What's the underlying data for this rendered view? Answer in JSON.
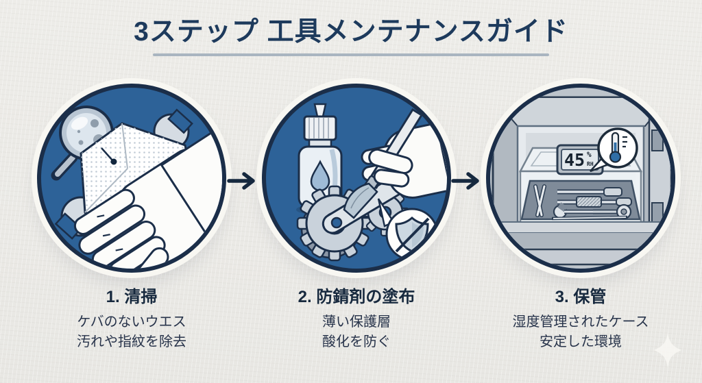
{
  "title": {
    "text": "3ステップ 工具メンテナンスガイド"
  },
  "steps": [
    {
      "label": "1. 清掃",
      "desc1": "ケバのないウエス",
      "desc2": "汚れや指紋を除去"
    },
    {
      "label": "2. 防錆剤の塗布",
      "desc1": "薄い保護層",
      "desc2": "酸化を防ぐ"
    },
    {
      "label": "3. 保管",
      "desc1": "湿度管理されたケース",
      "desc2": "安定した環境"
    }
  ],
  "hygrometer": {
    "value": "45",
    "percent_sign": "%",
    "unit": "RH"
  },
  "colors": {
    "background": "#eae9e5",
    "title_navy": "#1d3a5c",
    "underline_gray": "#a9b5c0",
    "circle_blue": "#2d6298",
    "outline_navy": "#1b2e49",
    "ring_white": "#f8f7f2",
    "thermometer_blue": "#2f6ea6"
  }
}
